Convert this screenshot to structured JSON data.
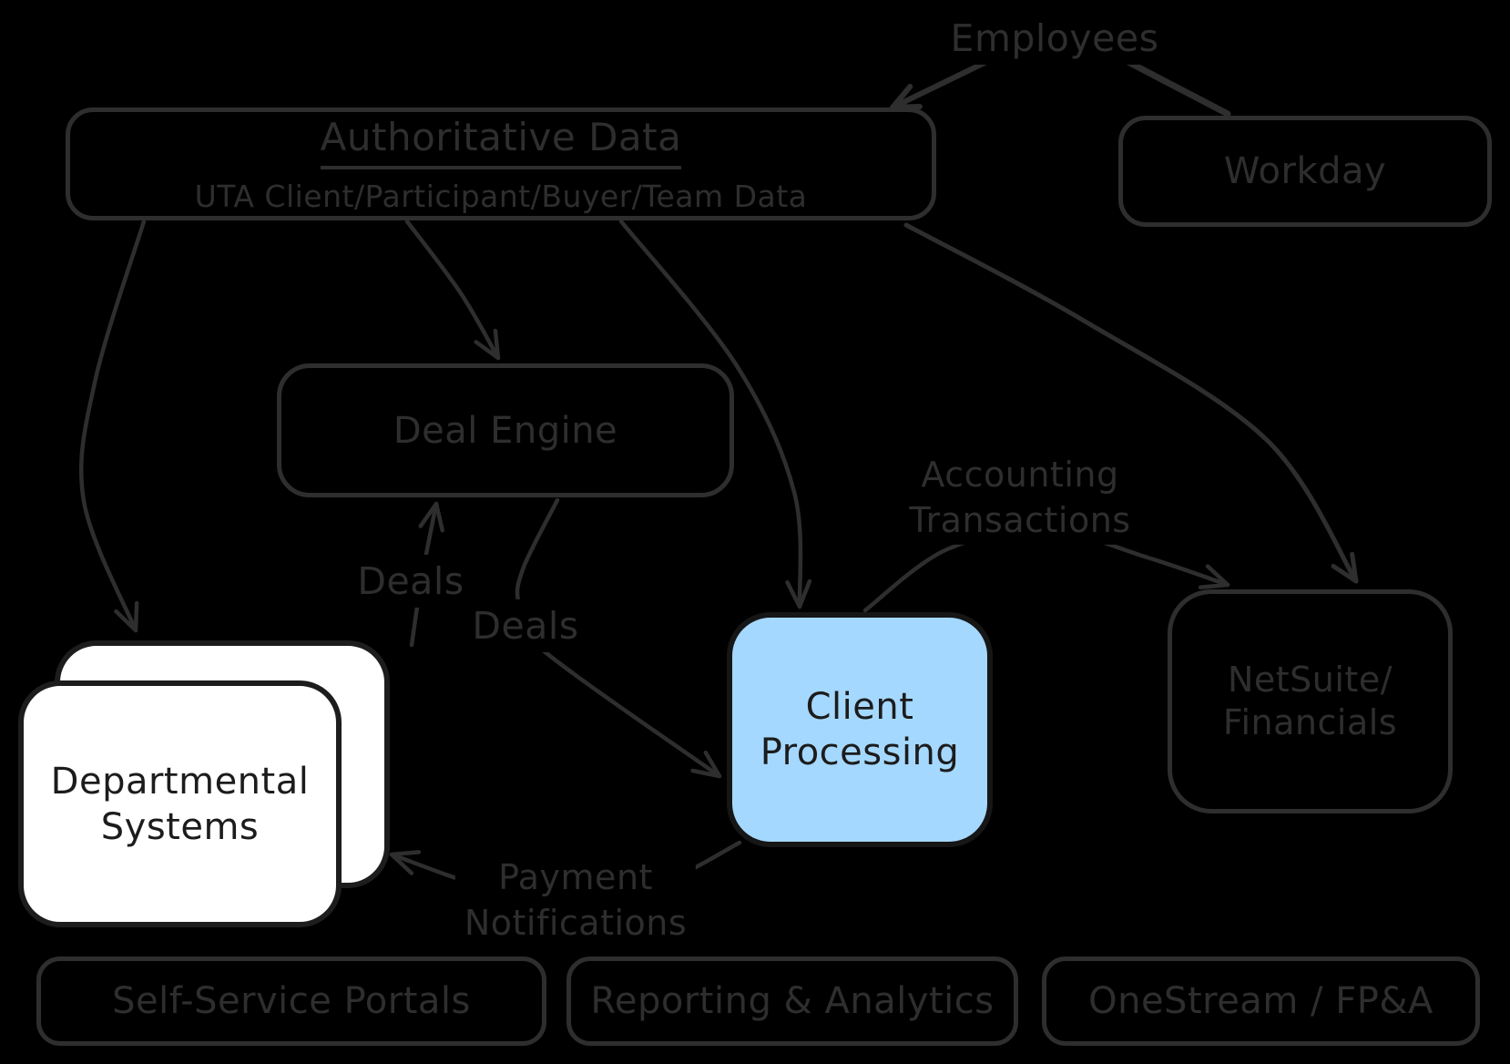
{
  "colors": {
    "background": "#000000",
    "stroke": "#2e2e2e",
    "node_fill_white": "#ffffff",
    "node_fill_blue": "#a5d8ff",
    "dark_text": "#1c1c1c"
  },
  "nodes": {
    "authoritative_data": {
      "title": "Authoritative Data",
      "subtitle": "UTA Client/Participant/Buyer/Team Data"
    },
    "workday": {
      "label": "Workday"
    },
    "deal_engine": {
      "label": "Deal Engine"
    },
    "departmental_systems": {
      "line1": "Departmental",
      "line2": "Systems"
    },
    "client_processing": {
      "line1": "Client",
      "line2": "Processing"
    },
    "netsuite": {
      "line1": "NetSuite/",
      "line2": "Financials"
    },
    "self_service_portals": {
      "label": "Self-Service Portals"
    },
    "reporting_analytics": {
      "label": "Reporting & Analytics"
    },
    "onestream": {
      "label": "OneStream / FP&A"
    }
  },
  "edge_labels": {
    "employees": "Employees",
    "deals_dept_to_engine": "Deals",
    "deals_engine_to_client": "Deals",
    "accounting": {
      "line1": "Accounting",
      "line2": "Transactions"
    },
    "payment": {
      "line1": "Payment",
      "line2": "Notifications"
    }
  }
}
